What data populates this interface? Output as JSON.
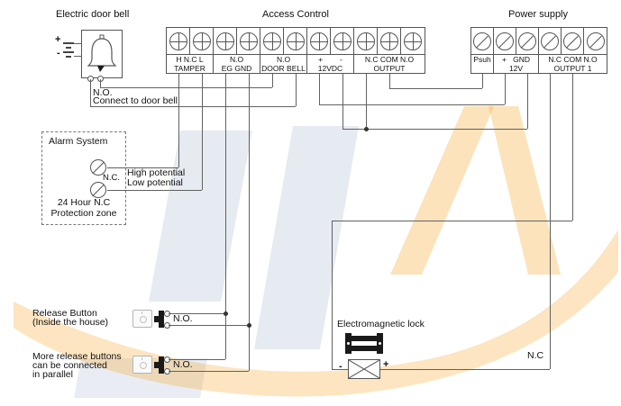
{
  "diagram": {
    "electric_door_bell": {
      "title": "Electric door bell",
      "plus": "+",
      "minus": "-",
      "no_label": "N.O.",
      "connect_label": "Connect to door bell"
    },
    "access_control": {
      "title": "Access Control",
      "groups": [
        {
          "line1": "H N.C L",
          "line2": "TAMPER"
        },
        {
          "line1": "N.O",
          "line2": "EG GND"
        },
        {
          "line1": "N.O",
          "line2": "DOOR BELL"
        },
        {
          "line1": "+        -",
          "line2": "12VDC"
        },
        {
          "line1": "N.C COM N.O",
          "line2": "OUTPUT"
        }
      ]
    },
    "power_supply": {
      "title": "Power supply",
      "groups": [
        {
          "line1": "Psuh",
          "line2": ""
        },
        {
          "line1": "+   GND",
          "line2": "12V"
        },
        {
          "line1": "N.C COM N.O",
          "line2": "OUTPUT 1"
        }
      ]
    },
    "alarm_system": {
      "title": "Alarm System",
      "nc_label": "N.C.",
      "high_label": "High potential",
      "low_label": "Low potential",
      "zone_line1": "24 Hour N.C",
      "zone_line2": "Protection zone"
    },
    "release_button_1": {
      "line1": "Release Button",
      "line2": "(Inside the house)",
      "no_label": "N.O."
    },
    "release_button_2": {
      "line1": "More release buttons",
      "line2": "can be connected",
      "line3": "in parallel",
      "no_label": "N.O."
    },
    "lock": {
      "title": "Electromagnetic lock",
      "minus": "-",
      "plus": "+",
      "nc_label": "N.C"
    }
  },
  "colors": {
    "wire": "#616161",
    "watermark_orange": "#f6a21d",
    "watermark_blue": "#9dabc9"
  }
}
